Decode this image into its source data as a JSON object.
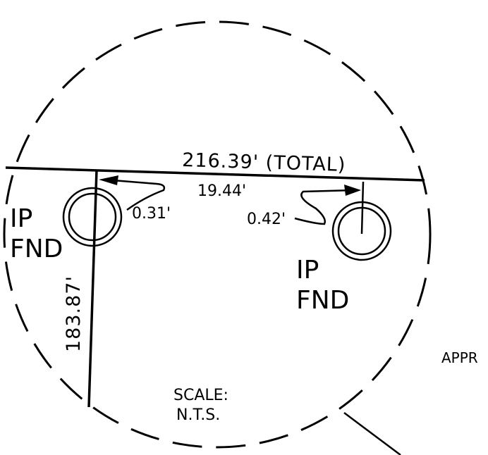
{
  "labels": {
    "total_dimension": "216.39' (TOTAL)",
    "left_offset": "0.31'",
    "between_dimension": "19.44'",
    "right_offset": "0.42'",
    "left_monument_line1": "IP",
    "left_monument_line2": "FND",
    "right_monument_line1": "IP",
    "right_monument_line2": "FND",
    "side_dimension": "183.87'",
    "scale_line1": "SCALE:",
    "scale_line2": "N.T.S.",
    "appr_text": "APPR"
  },
  "colors": {
    "ink": "#000000",
    "paper": "#ffffff"
  }
}
